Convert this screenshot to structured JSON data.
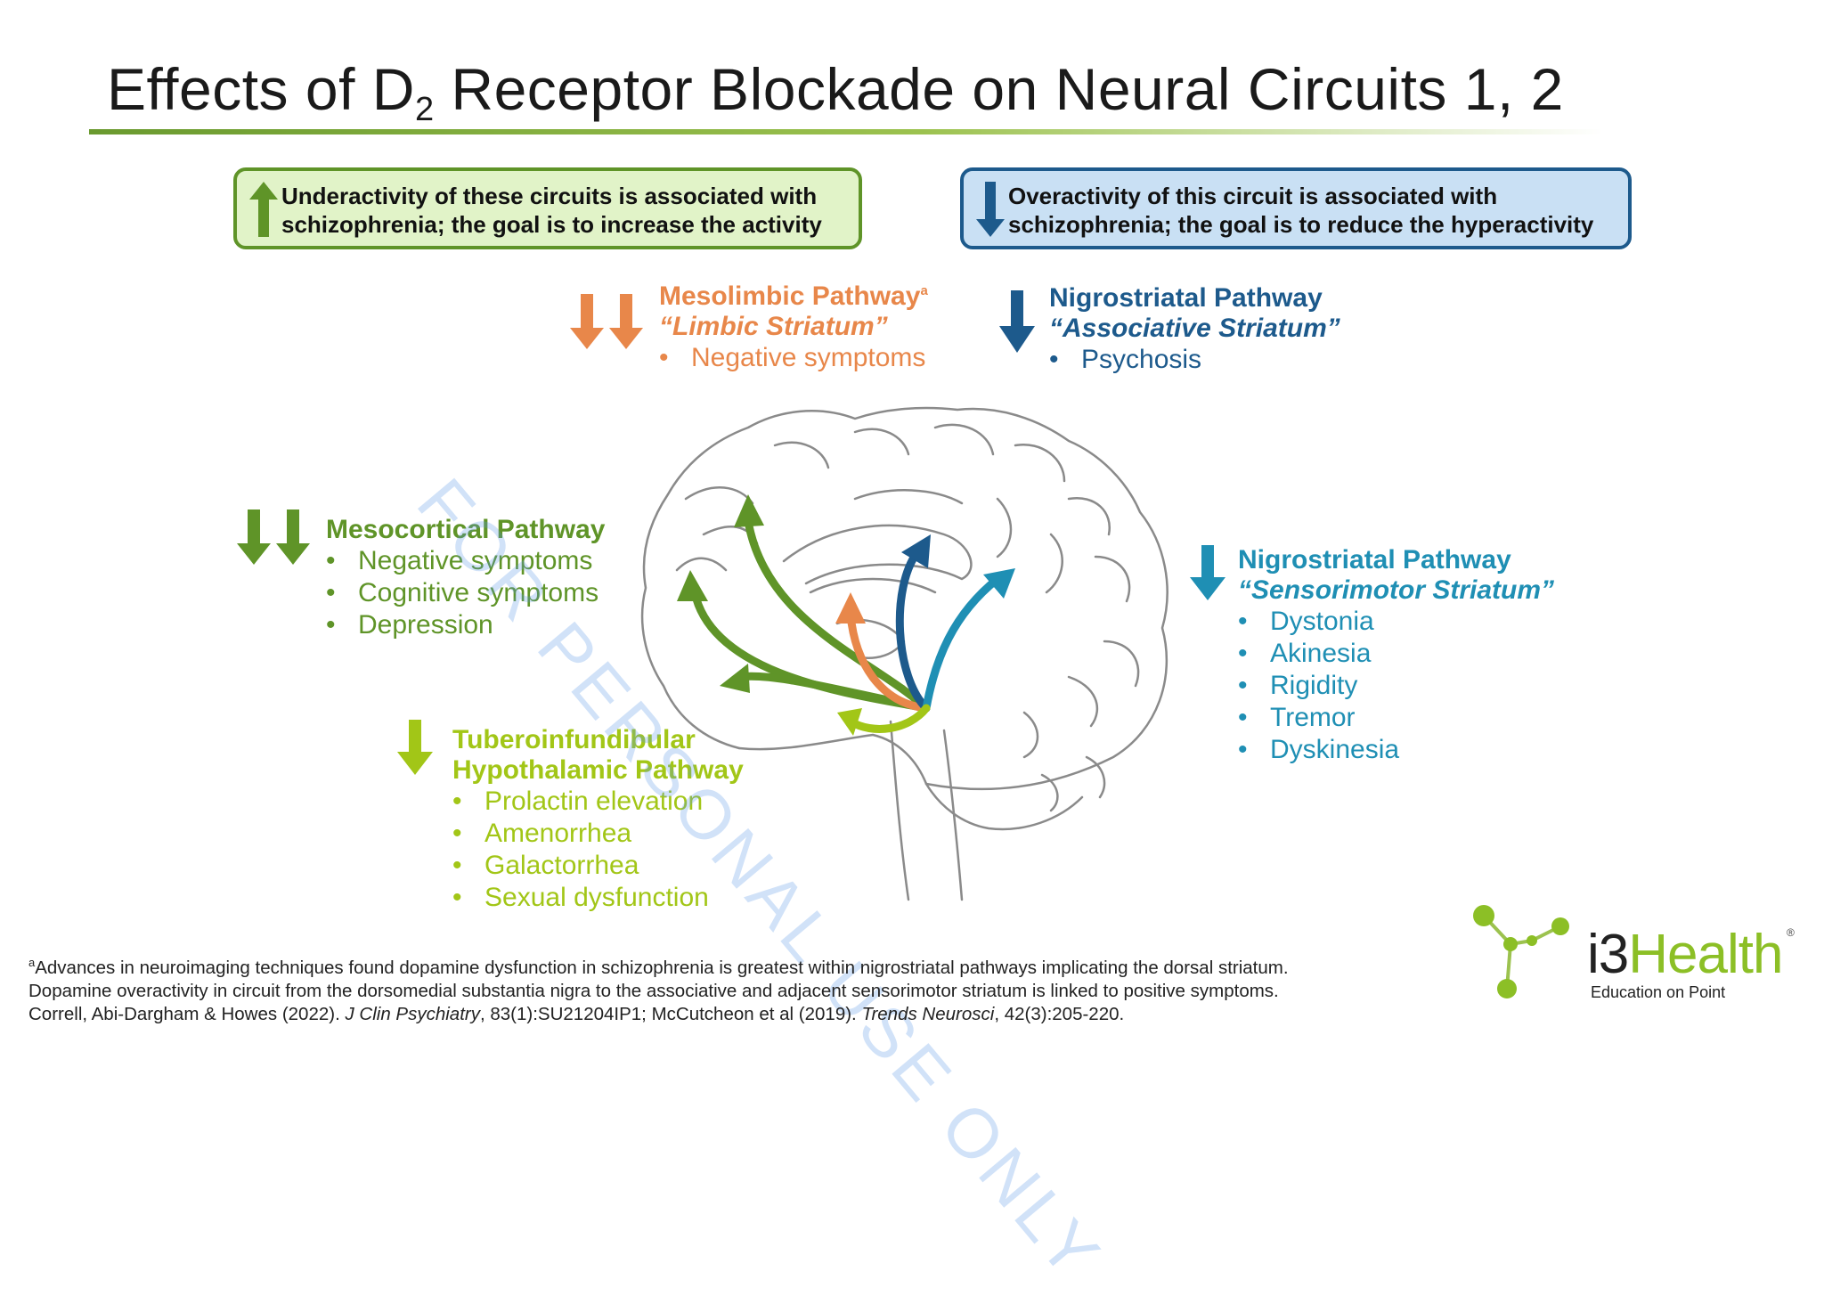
{
  "title": {
    "prefix": "Effects of D",
    "sub": "2",
    "suffix": " Receptor Blockade on Neural Circuits 1, 2"
  },
  "legend": {
    "under": {
      "line1": "Underactivity of these circuits is associated with",
      "line2": "schizophrenia; the goal is to increase the activity",
      "icon": "up-arrow-icon"
    },
    "over": {
      "line1": "Overactivity of this circuit is associated with",
      "line2": "schizophrenia; the goal is to reduce the hyperactivity",
      "icon": "down-arrow-icon"
    }
  },
  "pathways": {
    "mesolimbic": {
      "title": "Mesolimbic Pathway",
      "sup": "a",
      "sub": "“Limbic Striatum”",
      "items": [
        "Negative symptoms"
      ],
      "color": "#e8874a"
    },
    "nigro_assoc": {
      "title": "Nigrostriatal Pathway",
      "sub": "“Associative Striatum”",
      "items": [
        "Psychosis"
      ],
      "color": "#1d5a8c"
    },
    "mesocortical": {
      "title": "Mesocortical Pathway",
      "items": [
        "Negative symptoms",
        "Cognitive symptoms",
        "Depression"
      ],
      "color": "#5f9428"
    },
    "nigro_sensor": {
      "title": "Nigrostriatal Pathway",
      "sub": "“Sensorimotor Striatum”",
      "items": [
        "Dystonia",
        "Akinesia",
        "Rigidity",
        "Tremor",
        "Dyskinesia"
      ],
      "color": "#1f8fb4"
    },
    "tubero": {
      "title1": "Tuberoinfundibular",
      "title2": "Hypothalamic Pathway",
      "items": [
        "Prolactin elevation",
        "Amenorrhea",
        "Galactorrhea",
        "Sexual dysfunction"
      ],
      "color": "#a2c617"
    }
  },
  "watermark": "FOR PERSONAL USE ONLY",
  "footnote": {
    "line1_sup": "a",
    "line1": "Advances in neuroimaging techniques found dopamine dysfunction in schizophrenia is greatest within nigrostriatal pathways implicating the dorsal striatum.",
    "line2": "Dopamine overactivity in circuit from the dorsomedial substantia nigra to the associative and adjacent sensorimotor striatum is linked to positive symptoms.",
    "ref_a": "Correll, Abi-Dargham & Howes (2022). ",
    "ref_a_journal": "J Clin Psychiatry",
    "ref_a_rest": ", 83(1):SU21204IP1; McCutcheon et al (2019). ",
    "ref_b_journal": "Trends Neurosci",
    "ref_b_rest": ", 42(3):205-220."
  },
  "logo": {
    "i3": "i3",
    "health": "Health",
    "reg": "®",
    "tagline": "Education on Point"
  }
}
